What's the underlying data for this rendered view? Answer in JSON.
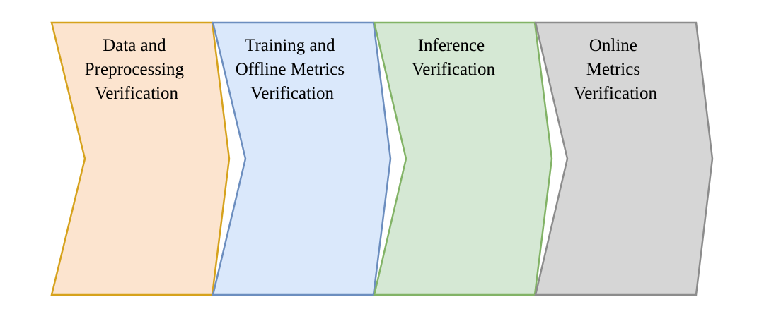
{
  "stages": [
    {
      "lines": [
        "Data and",
        "Preprocessing",
        "Verification"
      ],
      "fill": "#fce4cf",
      "stroke": "#d6a21c"
    },
    {
      "lines": [
        "Training and",
        "Offline Metrics",
        "Verification"
      ],
      "fill": "#dae8fb",
      "stroke": "#6c8ebf"
    },
    {
      "lines": [
        "Inference",
        "Verification"
      ],
      "fill": "#d5e8d4",
      "stroke": "#82b366"
    },
    {
      "lines": [
        "Online",
        "Metrics",
        "Verification"
      ],
      "fill": "#d6d6d6",
      "stroke": "#8c8c8c"
    }
  ]
}
